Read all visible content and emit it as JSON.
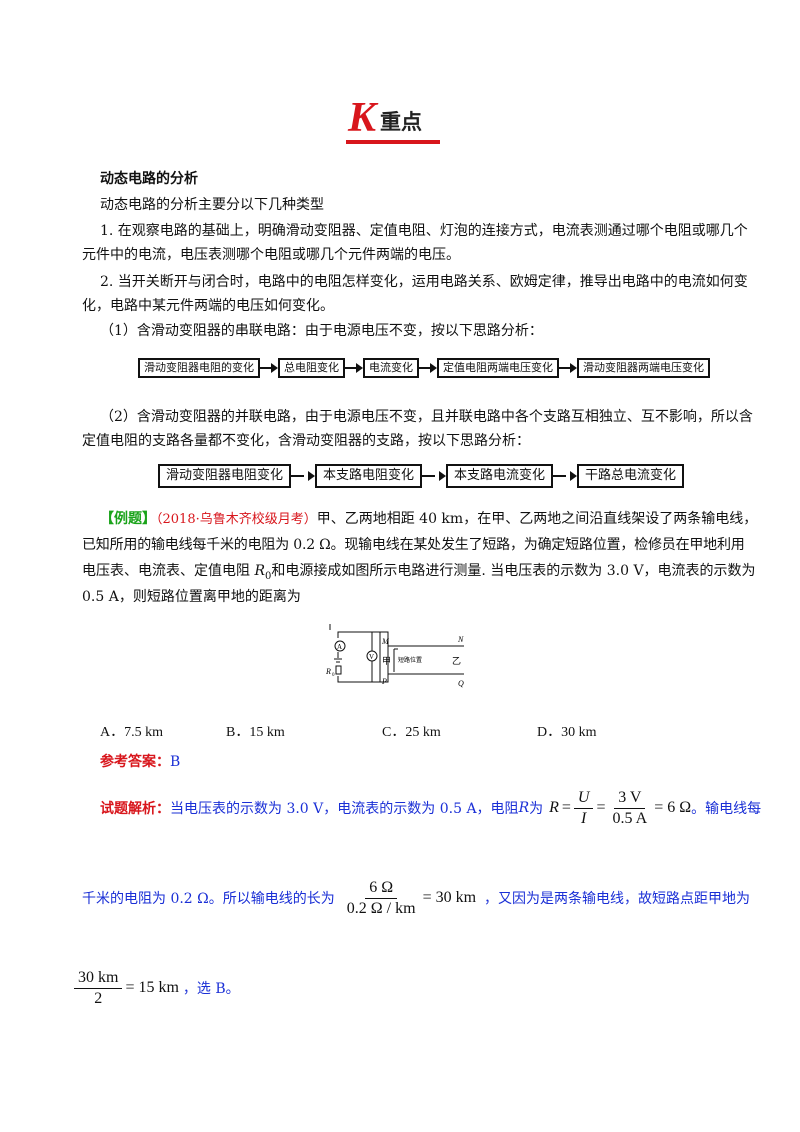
{
  "header": {
    "title_k": "K",
    "title_rest": "重点"
  },
  "section": {
    "heading": "动态电路的分析"
  },
  "paragraphs": {
    "p0": "动态电路的分析主要分以下几种类型",
    "p1a": "1. 在观察电路的基础上，明确滑动变阻器、定值电阻、灯泡的连接方式，电流表测通过哪个电阻或哪几个",
    "p1b": "元件中的电流，电压表测哪个电阻或哪几个元件两端的电压。",
    "p2a": "2. 当开关断开与闭合时，电路中的电阻怎样变化，运用电路关系、欧姆定律，推导出电路中的电流如何变",
    "p2b": "化，电路中某元件两端的电压如何变化。",
    "s1": "（1）含滑动变阻器的串联电路：由于电源电压不变，按以下思路分析：",
    "s2a": "（2）含滑动变阻器的并联电路，由于电源电压不变，且并联电路中各个支路互相独立、互不影响，所以含",
    "s2b": "定值电阻的支路各量都不变化，含滑动变阻器的支路，按以下思路分析："
  },
  "flow1": [
    "滑动变阻器电阻的变化",
    "总电阻变化",
    "电流变化",
    "定值电阻两端电压变化",
    "滑动变阻器两端电压变化"
  ],
  "flow2": [
    "滑动变阻器电阻变化",
    "本支路电阻变化",
    "本支路电流变化",
    "干路总电流变化"
  ],
  "example": {
    "tag": "【例题】",
    "source": "（2018·乌鲁木齐校级月考）",
    "l1": "甲、乙两地相距 40 km，在甲、乙两地之间沿直线架设了两条输电线，",
    "l2": "已知所用的输电线每千米的电阻为 0.2 Ω。现输电线在某处发生了短路，为确定短路位置，检修员在甲地利用",
    "l3a": "电压表、电流表、定值电阻 ",
    "l3r": "R",
    "l3sub": "0",
    "l3b": "和电源接成如图所示电路进行测量. 当电压表的示数为 3.0 V，电流表的示数为",
    "l4": "0.5 A，则短路位置离甲地的距离为"
  },
  "circuit": {
    "M": "M",
    "N": "N",
    "P": "P",
    "Q": "Q",
    "jia": "甲",
    "yi": "乙",
    "short_label": "短路位置",
    "R0": "R",
    "R0_sub": "0",
    "ammeter": "A",
    "voltmeter": "V"
  },
  "options": {
    "A": "A．7.5 km",
    "B": "B．15 km",
    "C": "C．25 km",
    "D": "D．30 km"
  },
  "answer": {
    "label": "参考答案：",
    "value": "B"
  },
  "analysis": {
    "label": "试题解析：",
    "t1": "当电压表的示数为 3.0 V，电流表的示数为 0.5 A，电阻 ",
    "t1r": "R",
    "t1b": " 为",
    "eq1": {
      "lhs": "R",
      "eq": "=",
      "n1": "U",
      "d1": "I",
      "eq2": "=",
      "n2": "3 V",
      "d2": "0.5 A",
      "res": "= 6 Ω"
    },
    "t2": "。输电线每",
    "t3": "千米的电阻为 0.2 Ω。所以输电线的长为",
    "eq2": {
      "num": "6 Ω",
      "den": "0.2 Ω / km",
      "res": "= 30 km"
    },
    "t4": "，又因为是两条输电线，故短路点距甲地为",
    "eq3": {
      "num": "30 km",
      "den": "2",
      "res": "= 15 km"
    },
    "t5": "，选 B。"
  }
}
